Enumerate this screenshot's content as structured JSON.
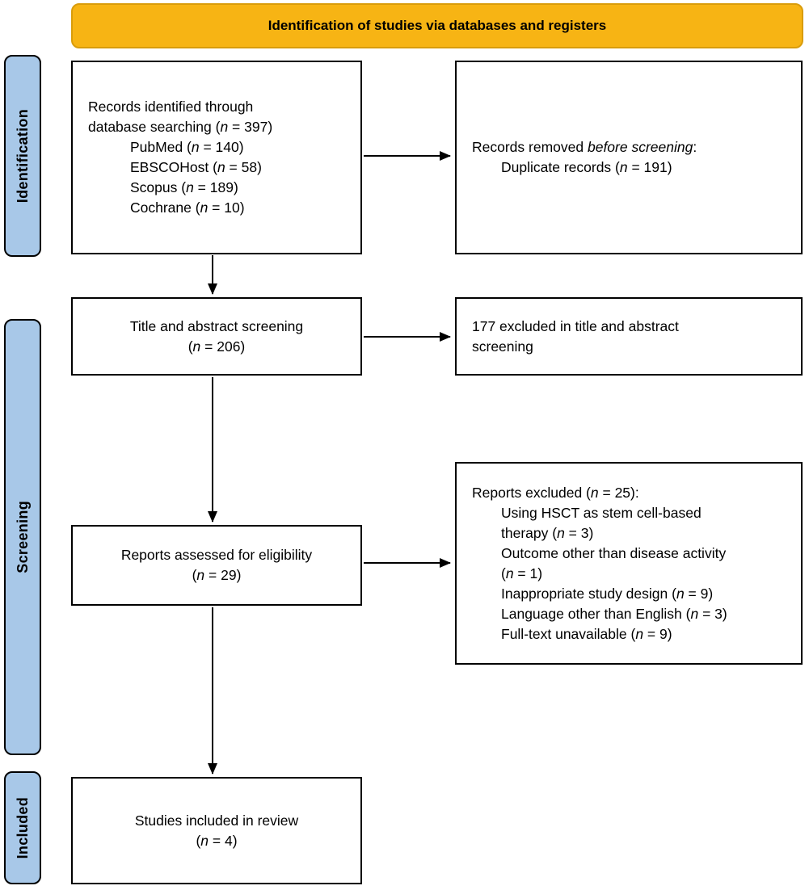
{
  "banner": {
    "title": "Identification of studies via databases and registers"
  },
  "stages": {
    "identification": "Identification",
    "screening": "Screening",
    "included": "Included"
  },
  "colors": {
    "banner_fill": "#F7B414",
    "banner_border": "#D99C0B",
    "stage_fill": "#A8C8E8",
    "stage_border": "#000000",
    "box_border": "#000000",
    "text": "#000000"
  },
  "boxes": {
    "records_identified": {
      "lines": [
        {
          "indent": false,
          "segments": [
            {
              "t": "Records identified through"
            }
          ]
        },
        {
          "indent": false,
          "segments": [
            {
              "t": "database searching ("
            },
            {
              "t": "n",
              "i": true
            },
            {
              "t": " = 397)"
            }
          ]
        },
        {
          "indent": true,
          "segments": [
            {
              "t": "PubMed ("
            },
            {
              "t": "n",
              "i": true
            },
            {
              "t": " = 140)"
            }
          ]
        },
        {
          "indent": true,
          "segments": [
            {
              "t": "EBSCOHost ("
            },
            {
              "t": "n",
              "i": true
            },
            {
              "t": " = 58)"
            }
          ]
        },
        {
          "indent": true,
          "segments": [
            {
              "t": "Scopus ("
            },
            {
              "t": "n",
              "i": true
            },
            {
              "t": " = 189)"
            }
          ]
        },
        {
          "indent": true,
          "segments": [
            {
              "t": "Cochrane ("
            },
            {
              "t": "n",
              "i": true
            },
            {
              "t": " = 10)"
            }
          ]
        }
      ]
    },
    "records_removed": {
      "lines": [
        {
          "indent": false,
          "segments": [
            {
              "t": "Records removed "
            },
            {
              "t": "before screening",
              "i": true
            },
            {
              "t": ":"
            }
          ]
        },
        {
          "indent": true,
          "segments": [
            {
              "t": "Duplicate records ("
            },
            {
              "t": "n",
              "i": true
            },
            {
              "t": " = 191)"
            }
          ]
        }
      ]
    },
    "title_abstract": {
      "lines": [
        {
          "indent": false,
          "segments": [
            {
              "t": "Title and abstract screening"
            }
          ]
        },
        {
          "indent": false,
          "segments": [
            {
              "t": "("
            },
            {
              "t": "n",
              "i": true
            },
            {
              "t": " = 206)"
            }
          ]
        }
      ]
    },
    "excluded_screening": {
      "lines": [
        {
          "indent": false,
          "segments": [
            {
              "t": "177 excluded in title and abstract"
            }
          ]
        },
        {
          "indent": false,
          "segments": [
            {
              "t": "screening"
            }
          ]
        }
      ]
    },
    "reports_assessed": {
      "lines": [
        {
          "indent": false,
          "segments": [
            {
              "t": "Reports assessed for eligibility"
            }
          ]
        },
        {
          "indent": false,
          "segments": [
            {
              "t": "("
            },
            {
              "t": "n",
              "i": true
            },
            {
              "t": " = 29)"
            }
          ]
        }
      ]
    },
    "reports_excluded": {
      "lines": [
        {
          "indent": false,
          "segments": [
            {
              "t": "Reports excluded ("
            },
            {
              "t": "n",
              "i": true
            },
            {
              "t": " = 25):"
            }
          ]
        },
        {
          "indent": true,
          "segments": [
            {
              "t": "Using HSCT as stem cell-based"
            }
          ]
        },
        {
          "indent": true,
          "segments": [
            {
              "t": "therapy ("
            },
            {
              "t": "n",
              "i": true
            },
            {
              "t": " = 3)"
            }
          ]
        },
        {
          "indent": true,
          "segments": [
            {
              "t": "Outcome other than disease activity"
            }
          ]
        },
        {
          "indent": true,
          "segments": [
            {
              "t": "("
            },
            {
              "t": "n",
              "i": true
            },
            {
              "t": " = 1)"
            }
          ]
        },
        {
          "indent": true,
          "segments": [
            {
              "t": "Inappropriate study design ("
            },
            {
              "t": "n",
              "i": true
            },
            {
              "t": " = 9)"
            }
          ]
        },
        {
          "indent": true,
          "segments": [
            {
              "t": "Language other than English ("
            },
            {
              "t": "n",
              "i": true
            },
            {
              "t": " = 3)"
            }
          ]
        },
        {
          "indent": true,
          "segments": [
            {
              "t": "Full-text unavailable ("
            },
            {
              "t": "n",
              "i": true
            },
            {
              "t": " = 9)"
            }
          ]
        }
      ]
    },
    "studies_included": {
      "lines": [
        {
          "indent": false,
          "segments": [
            {
              "t": "Studies included in review"
            }
          ]
        },
        {
          "indent": false,
          "segments": [
            {
              "t": "("
            },
            {
              "t": "n",
              "i": true
            },
            {
              "t": " = 4)"
            }
          ]
        }
      ]
    }
  }
}
